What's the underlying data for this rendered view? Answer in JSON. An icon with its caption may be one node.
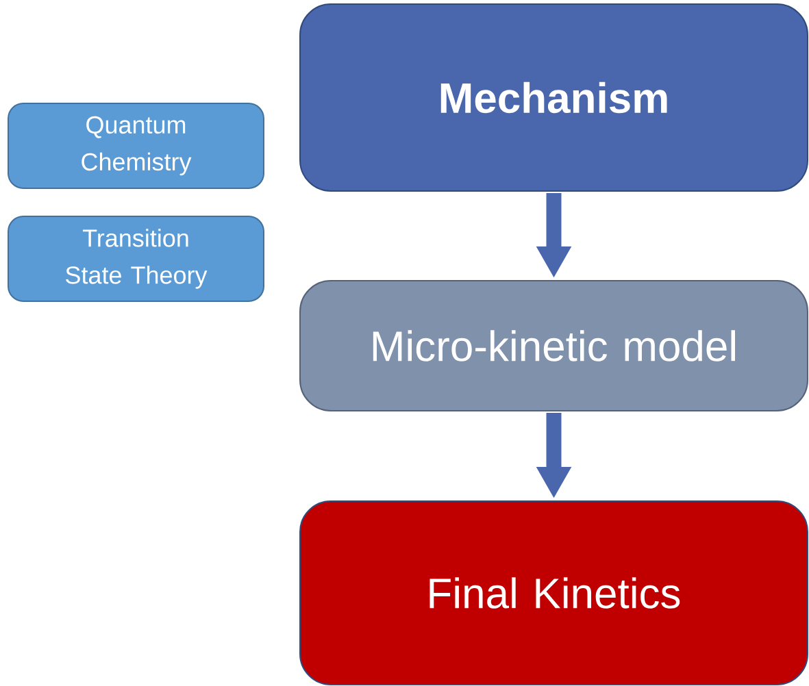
{
  "diagram": {
    "nodes": [
      {
        "text": [
          "Quantum Chemistry"
        ]
      },
      {
        "text": [
          "Transition State Theory"
        ]
      },
      {
        "text": [
          "Mechanism"
        ]
      },
      {
        "text": [
          "Micro-kinetic model"
        ]
      },
      {
        "text": [
          "Final Kinetics"
        ]
      }
    ],
    "edges": [
      {
        "from": 2,
        "to": 3,
        "arrow": "to"
      },
      {
        "from": 3,
        "to": 4,
        "arrow": "to"
      }
    ]
  }
}
